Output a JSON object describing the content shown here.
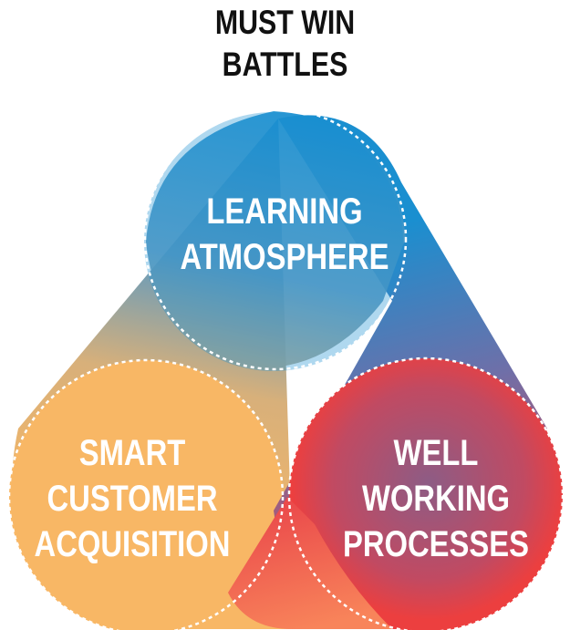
{
  "title": {
    "line1": "MUST WIN",
    "line2": "BATTLES"
  },
  "circles": [
    {
      "id": "top",
      "lines": [
        "LEARNING",
        "ATMOSPHERE"
      ],
      "color": "#1a8fd0"
    },
    {
      "id": "left",
      "lines": [
        "SMART",
        "CUSTOMER",
        "ACQUISITION"
      ],
      "color": "#f8b765"
    },
    {
      "id": "right",
      "lines": [
        "WELL",
        "WORKING",
        "PROCESSES"
      ],
      "color": "#e8424a"
    }
  ],
  "colors": {
    "blue": "#1a8fd0",
    "orange": "#f8b765",
    "red": "#ec3f3f",
    "purple": "#7e5f93",
    "title": "#111111"
  }
}
